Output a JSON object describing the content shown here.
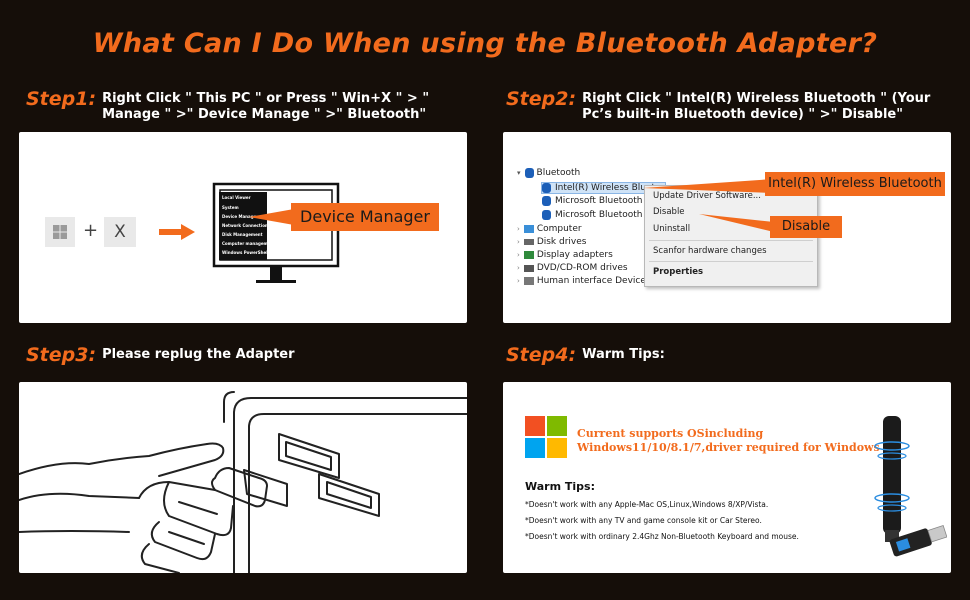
{
  "title": "What Can I Do When using the Bluetooth Adapter?",
  "steps": [
    {
      "label": "Step1:",
      "text": "Right Click \" This PC \" or Press \" Win+X \" > \" Manage \" >\" Device Manage \" >\"  Bluetooth\""
    },
    {
      "label": "Step2:",
      "text": "Right Click \" Intel(R) Wireless Bluetooth \" (Your Pc’s built-in Bluetooth device) \" >\"  Disable\""
    },
    {
      "label": "Step3:",
      "text": "Please replug the Adapter"
    },
    {
      "label": "Step4:",
      "text": "Warm Tips:"
    }
  ],
  "step1_panel": {
    "plus": "+",
    "key_x": "X",
    "device_manager_label": "Device Manager",
    "menu_items": [
      "Local  Viewer",
      "System",
      "Device Manager",
      "Network Connections",
      "Disk Management",
      "Computer management",
      "Windows PowerShell"
    ]
  },
  "step2_panel": {
    "tree": [
      "Bluetooth",
      "Intel(R) Wireless Blueto",
      "Microsoft Bluetooth E",
      "Microsoft Bluetooth L",
      "Computer",
      "Disk drives",
      "Display adapters",
      "DVD/CD-ROM drives",
      "Human interface Devices"
    ],
    "context_menu": [
      "Update Driver Software...",
      "Disable",
      "Uninstall",
      "Scanfor hardware changes",
      "Properties"
    ],
    "callout_intel": "Intel(R) Wireless Bluetooth",
    "callout_disable": "Disable"
  },
  "step4_panel": {
    "os_line1": "Current supports OSincluding",
    "os_line2": "Windows11/10/8.1/7,driver required for Windows 7.",
    "warm_title": "Warm Tips:",
    "tips": [
      "*Doesn't work with any Apple-Mac OS,Linux,Windows 8/XP/Vista.",
      "*Doesn't work with any TV and game console kit or Car Stereo.",
      "*Doesn't work with ordinary 2.4Ghz Non-Bluetooth Keyboard and mouse."
    ]
  },
  "colors": {
    "accent": "#f26b1d",
    "background": "#150e09"
  }
}
